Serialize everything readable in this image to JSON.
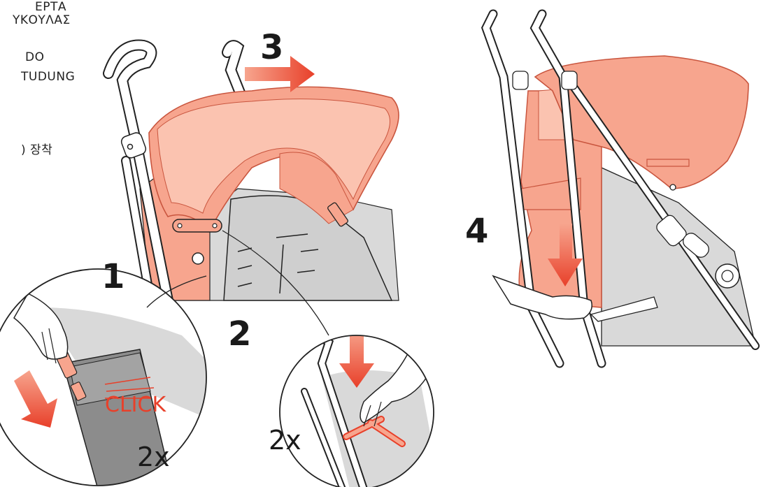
{
  "captions": {
    "line1": "ΕΡΤΑ",
    "line2": "ΥΚΟΥΛΑΣ",
    "line3": "DO",
    "line4": "TUDUNG",
    "line5": ") 장착"
  },
  "steps": {
    "s1": "1",
    "s2": "2",
    "s3": "3",
    "s4": "4"
  },
  "counts": {
    "left": "2x",
    "right": "2x"
  },
  "click_label": "CLICK",
  "colors": {
    "canopy": "#f7a58e",
    "canopy_light": "#fbc3b0",
    "arrow": "#e8402a",
    "seat_gray": "#cfcfcf",
    "bg_gray": "#d9d9d9"
  }
}
